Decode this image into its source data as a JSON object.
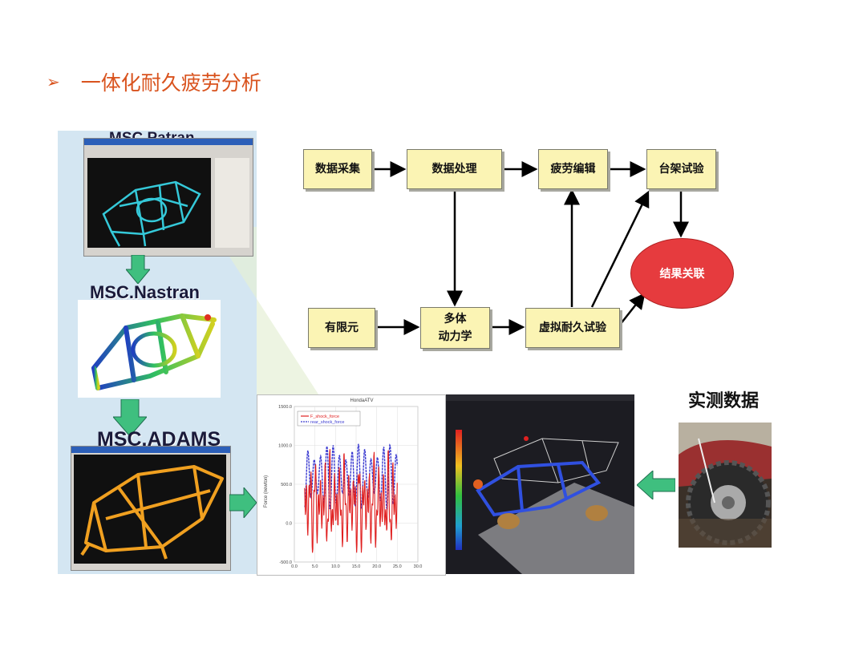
{
  "slide": {
    "title": "一体化耐久疲劳分析",
    "bullet": "➢"
  },
  "software": {
    "patran": "MSC.Patran",
    "nastran": "MSC.Nastran",
    "adams": "MSC.ADAMS"
  },
  "flowchart": {
    "nodes": {
      "data_collection": "数据采集",
      "data_processing": "数据处理",
      "fatigue_editing": "疲劳编辑",
      "bench_test": "台架试验",
      "result_correlation": "结果关联",
      "fea": "有限元",
      "multibody_line1": "多体",
      "multibody_line2": "动力学",
      "virtual_durability": "虚拟耐久试验"
    }
  },
  "measured_data_label": "实测数据",
  "chart_data": {
    "type": "line",
    "title": "HondaATV",
    "ylabel": "Force (newton)",
    "ylim": [
      -500,
      1500
    ],
    "xlim": [
      0,
      30
    ],
    "yticks": [
      "1500.0",
      "1000.0",
      "500.0",
      "0.0",
      "-500.0"
    ],
    "xticks": [
      "0.0",
      "5.0",
      "10.0",
      "15.0",
      "20.0",
      "25.0",
      "30.0"
    ],
    "series": [
      {
        "name": "F_shock_force",
        "color": "#e02020"
      },
      {
        "name": "rear_shock_force",
        "color": "#3a3ad0"
      }
    ]
  },
  "colors": {
    "title": "#d9531e",
    "box_fill": "#fbf4b4",
    "ellipse_fill": "#e63b3e",
    "arrow_green": "#3fbf7f"
  }
}
